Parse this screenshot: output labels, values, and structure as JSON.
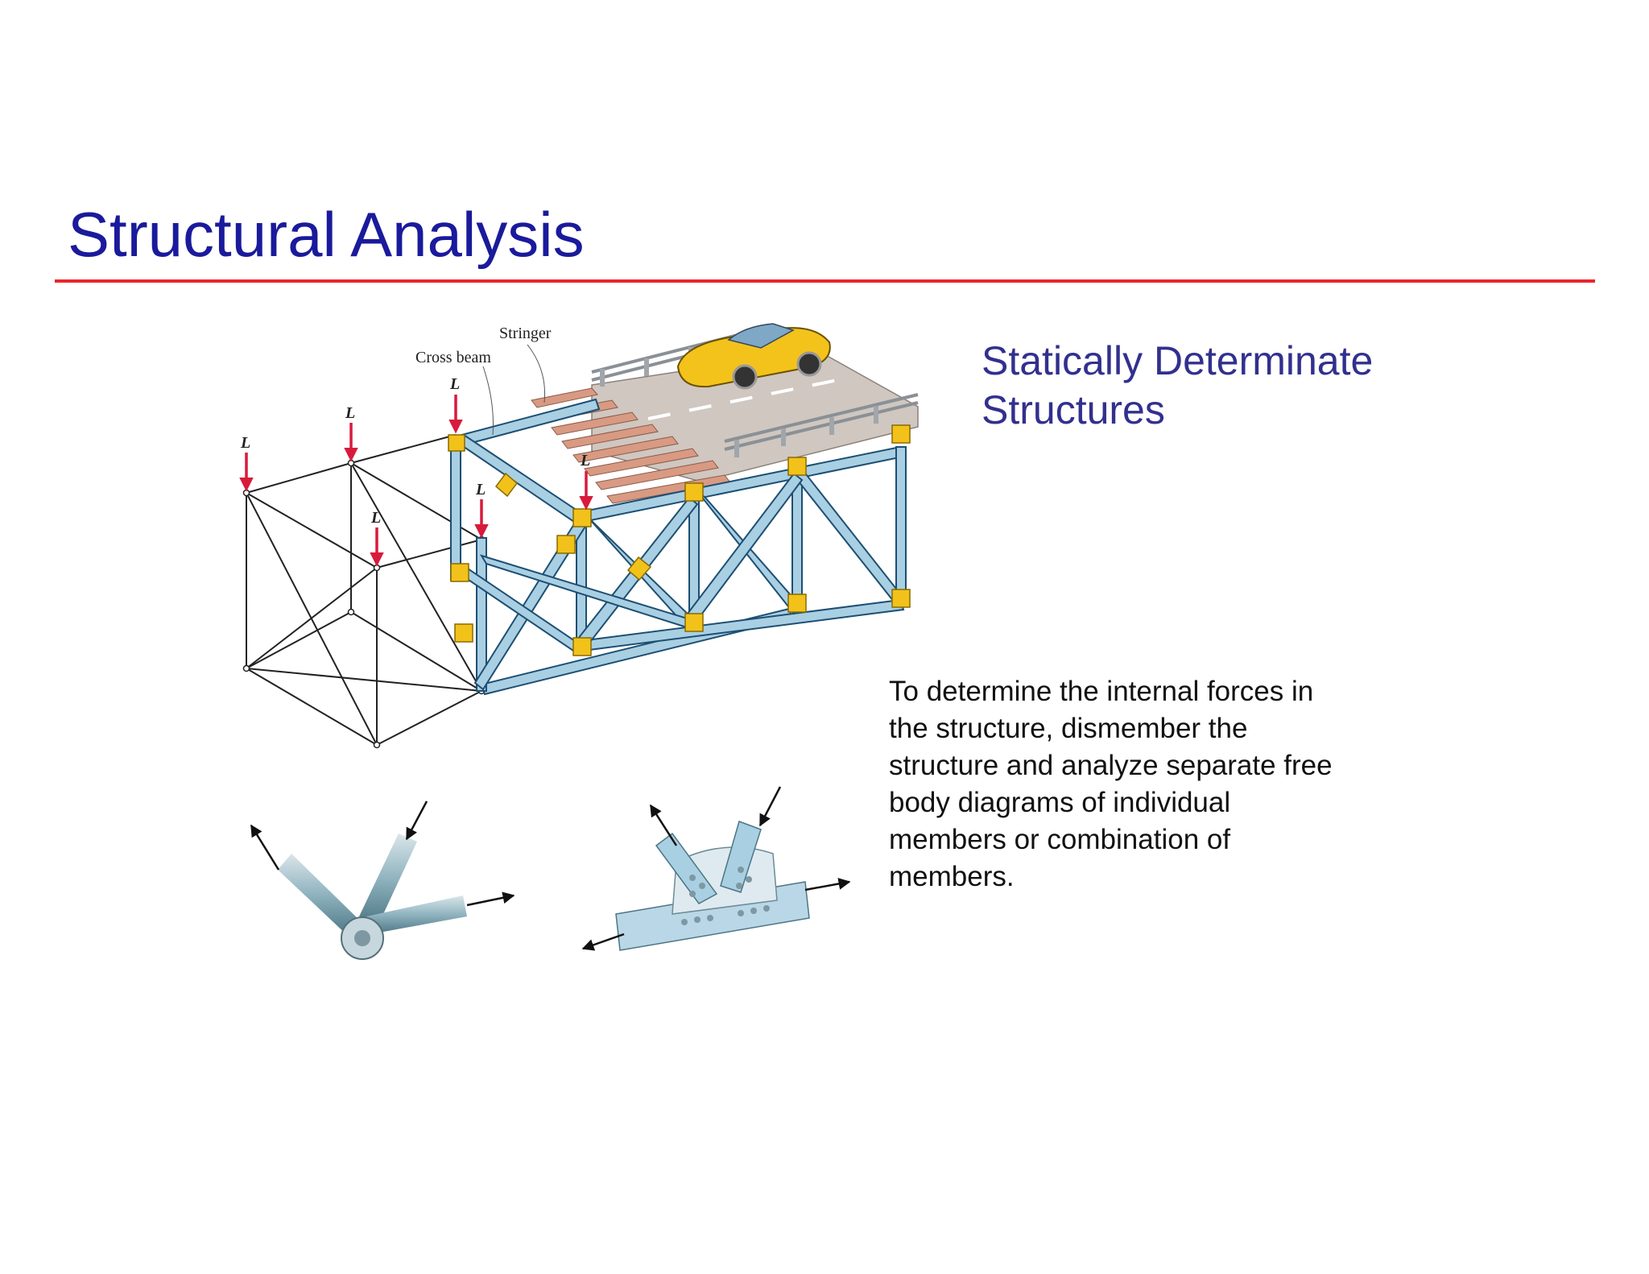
{
  "slide": {
    "title": "Structural Analysis",
    "subtitle_lines": [
      "Statically Determinate",
      "Structures"
    ],
    "body_lines": [
      "To determine the internal forces in",
      "the structure, dismember the",
      "structure and analyze separate free",
      "body diagrams of individual",
      "members or combination of",
      "members."
    ]
  },
  "figure": {
    "labels": {
      "stringer": "Stringer",
      "cross_beam": "Cross beam",
      "load": "L"
    }
  },
  "colors": {
    "title": "#1a1a9c",
    "subtitle": "#32308e",
    "rule": "#e8262c",
    "steel": "#a9cfe3",
    "gusset": "#f2c21b",
    "load_arrow": "#d81b3c",
    "car": "#f3c31c"
  }
}
